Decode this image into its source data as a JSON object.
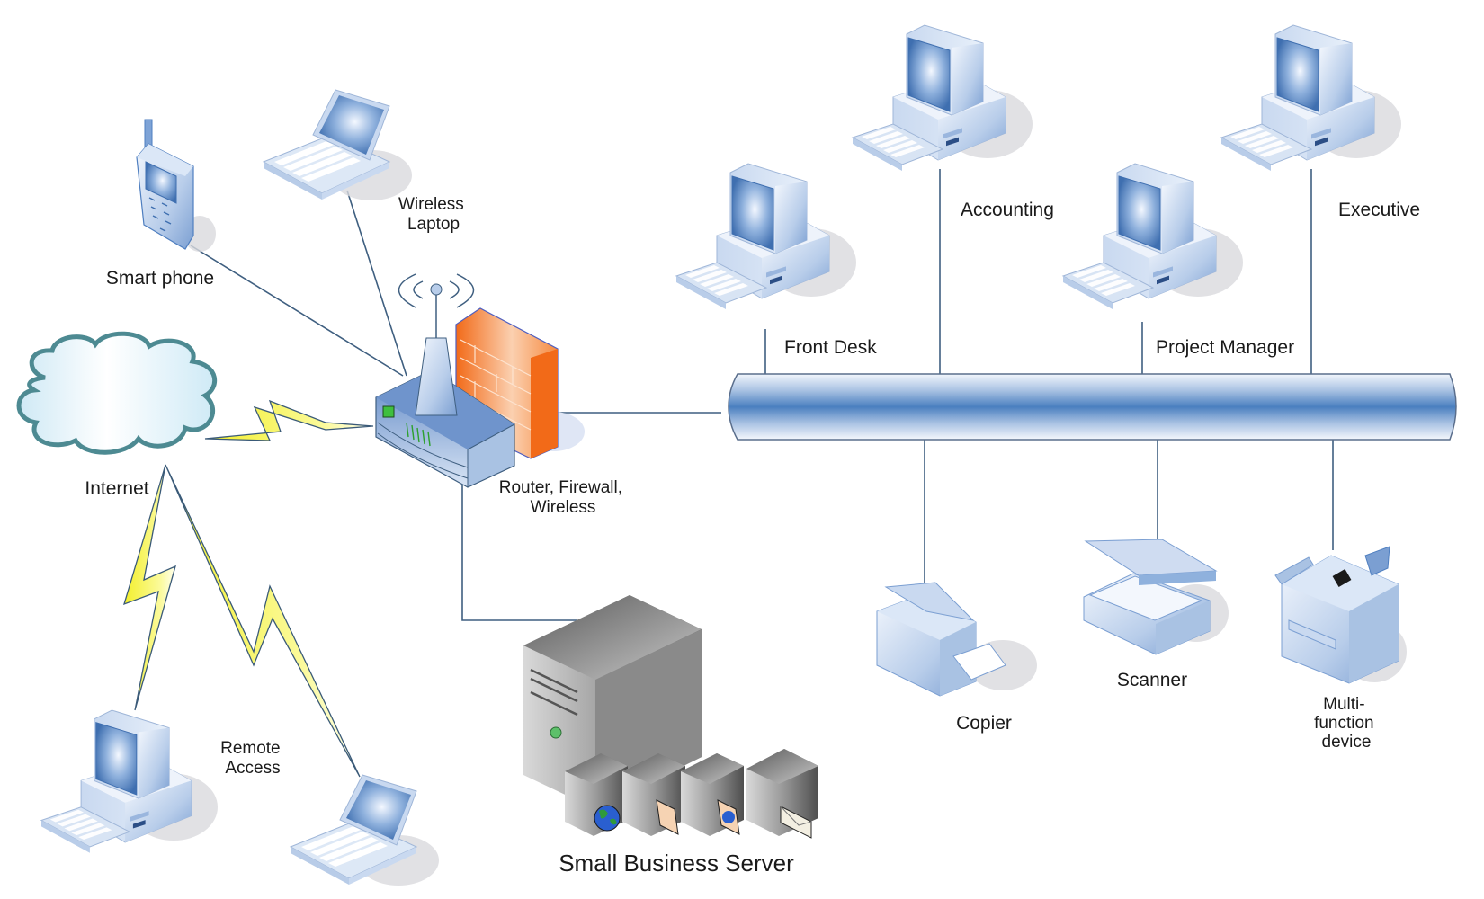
{
  "diagram": {
    "type": "network-topology",
    "nodes": {
      "smart_phone": {
        "label": "Smart phone",
        "icon": "smartphone-icon"
      },
      "wireless_laptop": {
        "label_lines": [
          "Wireless",
          "Laptop"
        ],
        "icon": "laptop-icon"
      },
      "internet": {
        "label": "Internet",
        "icon": "cloud-icon"
      },
      "router": {
        "label_lines": [
          "Router, Firewall,",
          "Wireless"
        ],
        "icon": "router-firewall-icon"
      },
      "front_desk": {
        "label": "Front Desk",
        "icon": "desktop-computer-icon"
      },
      "accounting": {
        "label": "Accounting",
        "icon": "desktop-computer-icon"
      },
      "project_manager": {
        "label": "Project Manager",
        "icon": "desktop-computer-icon"
      },
      "executive": {
        "label": "Executive",
        "icon": "desktop-computer-icon"
      },
      "copier": {
        "label": "Copier",
        "icon": "copier-icon"
      },
      "scanner": {
        "label": "Scanner",
        "icon": "scanner-icon"
      },
      "mfd": {
        "label_lines": [
          "Multi-",
          "function",
          "device"
        ],
        "icon": "multifunction-device-icon"
      },
      "server": {
        "label": "Small Business Server",
        "icon": "server-icon"
      },
      "remote_access": {
        "label_lines": [
          "Remote",
          "Access"
        ]
      },
      "remote_desktop": {
        "icon": "desktop-computer-icon"
      },
      "remote_laptop": {
        "icon": "laptop-icon"
      }
    },
    "edges": [
      {
        "from": "smart_phone",
        "to": "router",
        "style": "line"
      },
      {
        "from": "wireless_laptop",
        "to": "router",
        "style": "line"
      },
      {
        "from": "internet",
        "to": "router",
        "style": "lightning"
      },
      {
        "from": "router",
        "to": "lan_bus",
        "style": "line"
      },
      {
        "from": "router",
        "to": "server",
        "style": "line"
      },
      {
        "from": "internet",
        "to": "remote_desktop",
        "style": "lightning"
      },
      {
        "from": "internet",
        "to": "remote_laptop",
        "style": "lightning"
      },
      {
        "from": "front_desk",
        "to": "lan_bus",
        "style": "line"
      },
      {
        "from": "accounting",
        "to": "lan_bus",
        "style": "line"
      },
      {
        "from": "project_manager",
        "to": "lan_bus",
        "style": "line"
      },
      {
        "from": "executive",
        "to": "lan_bus",
        "style": "line"
      },
      {
        "from": "copier",
        "to": "lan_bus",
        "style": "line"
      },
      {
        "from": "scanner",
        "to": "lan_bus",
        "style": "line"
      },
      {
        "from": "mfd",
        "to": "lan_bus",
        "style": "line"
      }
    ],
    "server_roles": [
      "web-globe-icon",
      "file-folder-icon",
      "web-document-icon",
      "mail-envelope-icon"
    ],
    "colors": {
      "device_blue": "#4f7fc0",
      "device_light": "#e8f0fa",
      "bus_dark": "#4a7fbf",
      "line": "#3f5f80",
      "firewall": "#f07a30",
      "lightning": "#f5f040",
      "server_gray": "#808080"
    }
  }
}
